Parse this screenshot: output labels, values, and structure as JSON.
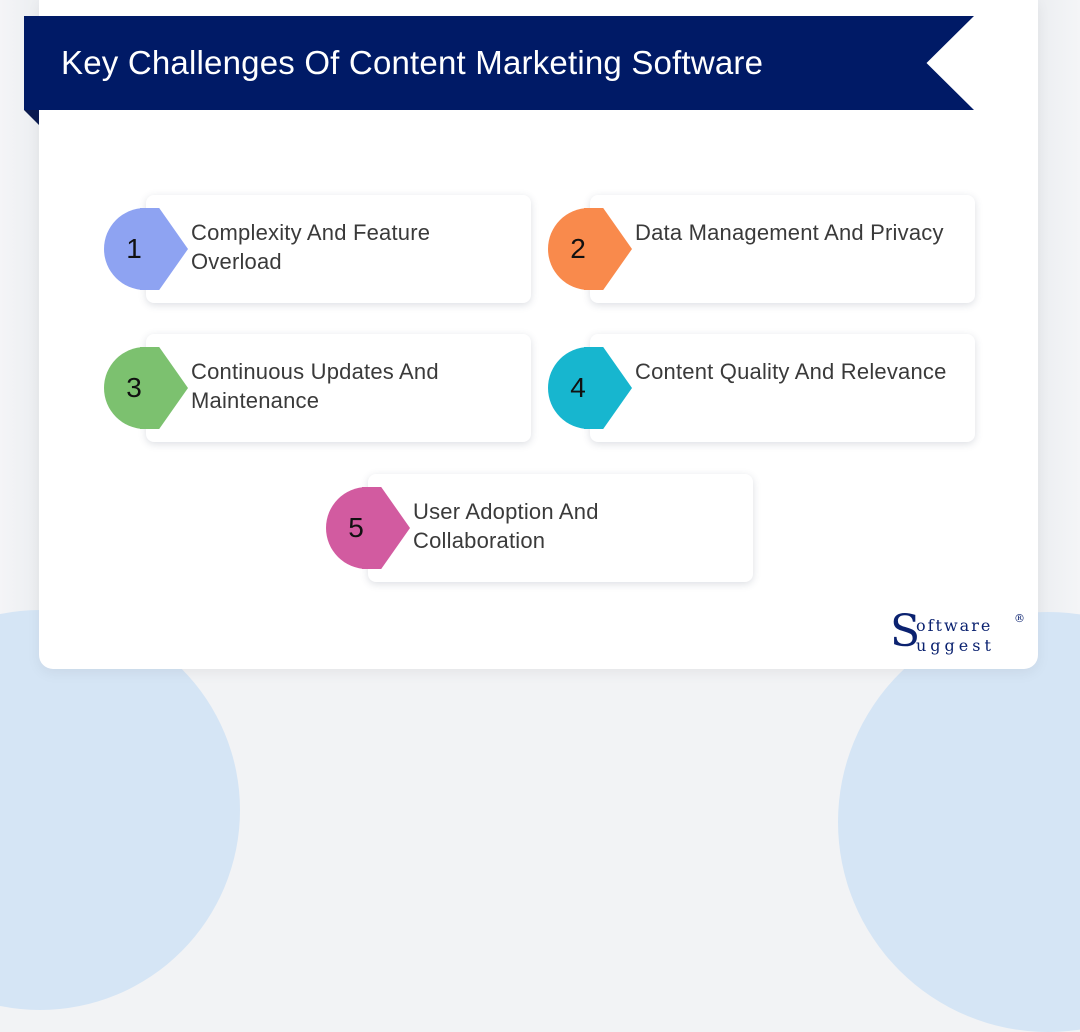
{
  "title": "Key Challenges Of Content Marketing Software",
  "colors": {
    "banner": "#001a66",
    "background_blob": "#d5e5f5",
    "text": "#3a3a3a",
    "logo": "#0b2270"
  },
  "items": [
    {
      "number": "1",
      "label": "Complexity And Feature Overload",
      "color": "#8ea3f2",
      "icon": "number-badge"
    },
    {
      "number": "2",
      "label": "Data Management And Privacy",
      "color": "#f98a4c",
      "icon": "number-badge"
    },
    {
      "number": "3",
      "label": "Continuous Updates And Maintenance",
      "color": "#7cc16f",
      "icon": "number-badge"
    },
    {
      "number": "4",
      "label": "Content Quality And Relevance",
      "color": "#17b6cf",
      "icon": "number-badge"
    },
    {
      "number": "5",
      "label": "User Adoption And Collaboration",
      "color": "#d25ba0",
      "icon": "number-badge"
    }
  ],
  "logo": {
    "initial": "S",
    "top": "oftware",
    "bottom": "uggest",
    "registered": "®"
  }
}
